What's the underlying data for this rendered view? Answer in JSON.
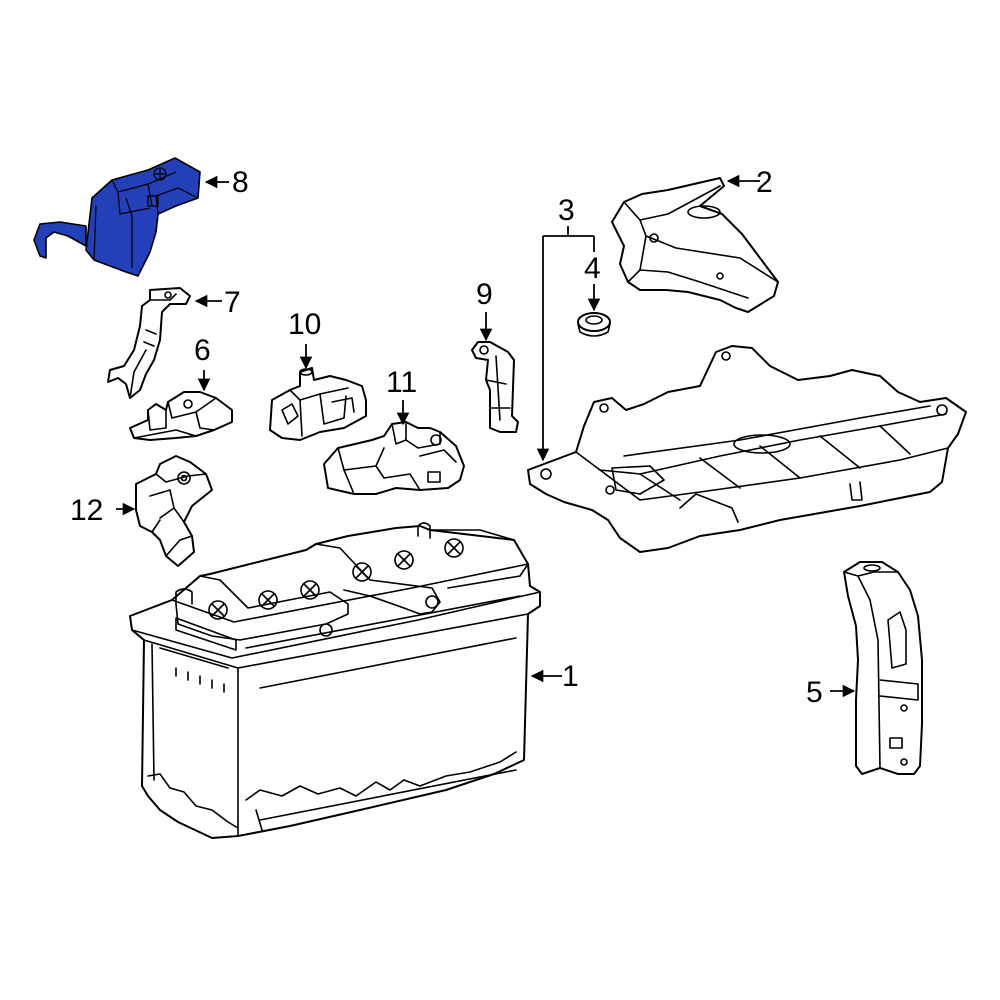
{
  "colors": {
    "highlight": "#2340b8",
    "line": "#000000",
    "background": "#ffffff"
  },
  "callouts": [
    {
      "id": "1",
      "label": "1"
    },
    {
      "id": "2",
      "label": "2"
    },
    {
      "id": "3",
      "label": "3"
    },
    {
      "id": "4",
      "label": "4"
    },
    {
      "id": "5",
      "label": "5"
    },
    {
      "id": "6",
      "label": "6"
    },
    {
      "id": "7",
      "label": "7"
    },
    {
      "id": "8",
      "label": "8"
    },
    {
      "id": "9",
      "label": "9"
    },
    {
      "id": "10",
      "label": "10"
    },
    {
      "id": "11",
      "label": "11"
    },
    {
      "id": "12",
      "label": "12"
    }
  ],
  "highlighted_part": "8"
}
